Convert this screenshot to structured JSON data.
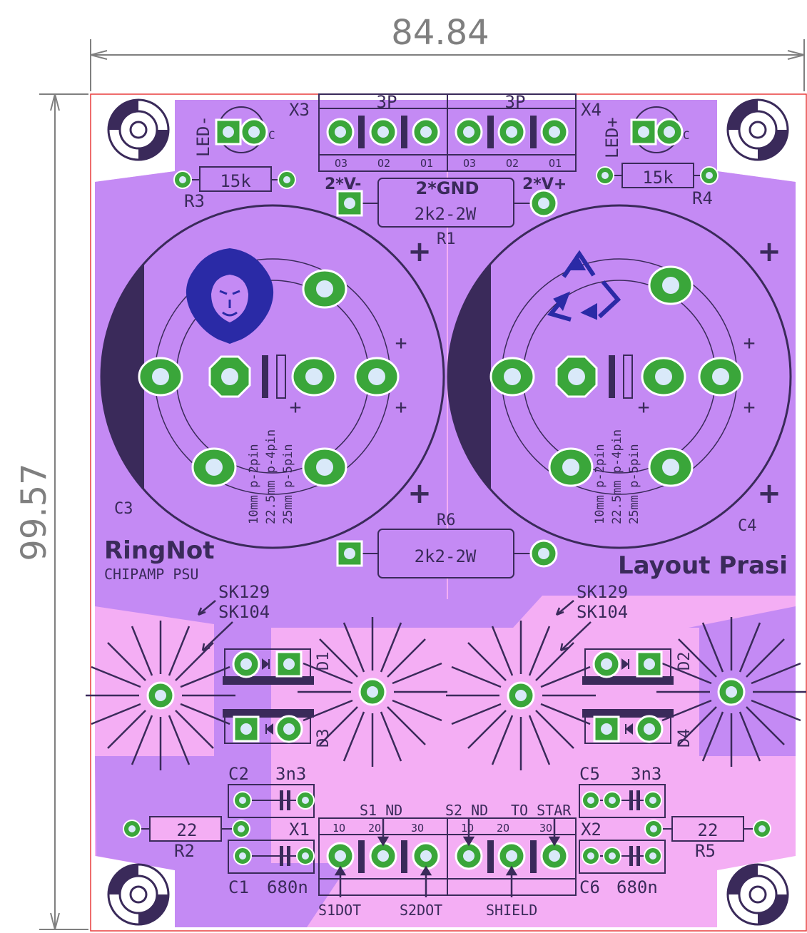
{
  "dimensions": {
    "width": "84.84",
    "height": "99.57"
  },
  "colors": {
    "board": "#ffffff",
    "copper_back": "#f4aef4",
    "copper_front": "#c48af4",
    "pad": "#3aa63a",
    "silk": "#3a2a5a",
    "dimension": "#7f7f7f",
    "edge": "#e83c3c"
  },
  "labels": {
    "x3": "X3",
    "x3_type": "3P",
    "x4": "X4",
    "x4_type": "3P",
    "pin_o3": "O3",
    "pin_o2": "O2",
    "pin_o1": "O1",
    "led_minus": "LED-",
    "led_plus": "LED+",
    "led_c_left": "C",
    "led_c_right": "C",
    "r3": "R3",
    "r3_value": "15k",
    "r4": "R4",
    "r4_value": "15k",
    "vminus": "2*V-",
    "gnd": "2*GND",
    "vplus": "2*V+",
    "r1": "R1",
    "r1_value": "2k2-2W",
    "r6": "R6",
    "r6_value": "2k2-2W",
    "c3": "C3",
    "c4": "C4",
    "cap_pitch_1": "10mm p-2pin",
    "cap_pitch_2": "22.5mm p-4pin",
    "cap_pitch_3": "25mm p-5pin",
    "plus": "+",
    "brand": "RingNot",
    "subtitle": "CHIPAMP PSU",
    "layout_credit": "Layout Prasi",
    "sk129": "SK129",
    "sk104": "SK104",
    "d1": "D1",
    "d2": "D2",
    "d3": "D3",
    "d4": "D4",
    "c2": "C2",
    "c2_value": "3n3",
    "c5": "C5",
    "c5_value": "3n3",
    "c1": "C1",
    "c1_value": "680n",
    "c6": "C6",
    "c6_value": "680n",
    "r2": "R2",
    "r2_value": "22",
    "r5": "R5",
    "r5_value": "22",
    "x1": "X1",
    "x2": "X2",
    "s1_nd": "S1_ND",
    "s2_nd": "S2_ND",
    "to_star": "TO_STAR",
    "pin_1": "1O",
    "pin_2": "2O",
    "pin_3": "3O",
    "s1dot": "S1DOT",
    "s2dot": "S2DOT",
    "shield": "SHIELD"
  },
  "icons": {
    "left_logo": "lion-head-icon",
    "right_logo": "recycle-icon",
    "mounting_holes": "mounting-hole-icon"
  }
}
